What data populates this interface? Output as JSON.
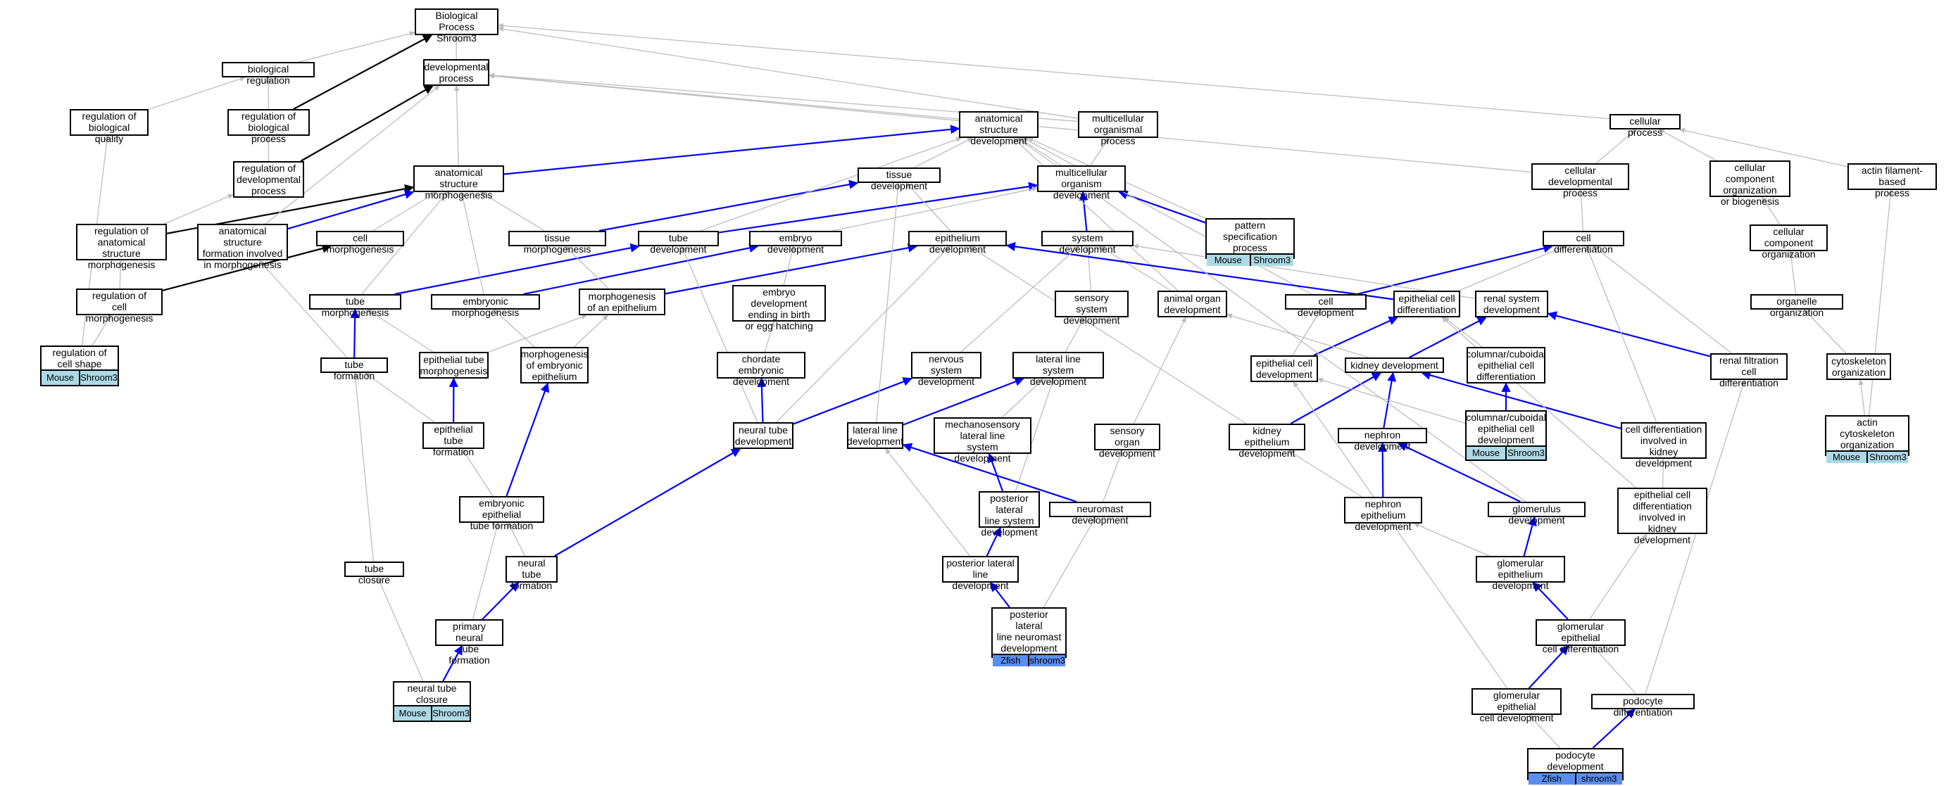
{
  "graph": {
    "colors": {
      "grey": "#bdbdbd",
      "blue": "#0000ff",
      "black": "#000000",
      "mouse": "#add8e6",
      "zfish": "#5b8def"
    },
    "nodes": {
      "bp": {
        "label": "Biological Process\nShroom3"
      },
      "dev": {
        "label": "developmental\nprocess"
      },
      "breg": {
        "label": "biological regulation"
      },
      "regbq": {
        "label": "regulation of\nbiological quality"
      },
      "regbp": {
        "label": "regulation of\nbiological process"
      },
      "regdev": {
        "label": "regulation of\ndevelopmental\nprocess"
      },
      "asd": {
        "label": "anatomical structure\ndevelopment"
      },
      "mop": {
        "label": "multicellular\norganismal process"
      },
      "cp": {
        "label": "cellular process"
      },
      "asm": {
        "label": "anatomical structure\nmorphogenesis"
      },
      "td": {
        "label": "tissue development"
      },
      "mod": {
        "label": "multicellular\norganism development"
      },
      "cdp": {
        "label": "cellular developmental\nprocess"
      },
      "ccob": {
        "label": "cellular component\norganization\nor biogenesis"
      },
      "afbp": {
        "label": "actin filament-based\nprocess"
      },
      "regasm": {
        "label": "regulation of\nanatomical structure\nmorphogenesis"
      },
      "asfim": {
        "label": "anatomical structure\nformation involved\nin morphogenesis"
      },
      "cm": {
        "label": "cell morphogenesis"
      },
      "tm": {
        "label": "tissue morphogenesis"
      },
      "tubed": {
        "label": "tube development"
      },
      "embd": {
        "label": "embryo development"
      },
      "epid": {
        "label": "epithelium development"
      },
      "sysd": {
        "label": "system development"
      },
      "psp": {
        "label": "pattern specification\nprocess",
        "annot": [
          "Mouse",
          "Shroom3"
        ]
      },
      "celld": {
        "label": "cell differentiation"
      },
      "cco": {
        "label": "cellular component\norganization"
      },
      "regcm": {
        "label": "regulation of\ncell morphogenesis"
      },
      "tubem": {
        "label": "tube morphogenesis"
      },
      "embm": {
        "label": "embryonic morphogenesis"
      },
      "moe": {
        "label": "morphogenesis\nof an epithelium"
      },
      "edbirth": {
        "label": "embryo development\nending in birth\nor egg hatching"
      },
      "ssd": {
        "label": "sensory system\ndevelopment"
      },
      "aod": {
        "label": "animal organ\ndevelopment"
      },
      "celldev": {
        "label": "cell development"
      },
      "ecd": {
        "label": "epithelial cell\ndifferentiation"
      },
      "rsd": {
        "label": "renal system\ndevelopment"
      },
      "oo": {
        "label": "organelle organization"
      },
      "regcs": {
        "label": "regulation of\ncell shape",
        "annot": [
          "Mouse",
          "Shroom3"
        ]
      },
      "tubef": {
        "label": "tube formation"
      },
      "etm": {
        "label": "epithelial tube\nmorphogenesis"
      },
      "moee": {
        "label": "morphogenesis\nof embryonic\nepithelium"
      },
      "ced": {
        "label": "chordate embryonic\ndevelopment"
      },
      "nsd": {
        "label": "nervous system\ndevelopment"
      },
      "llsd": {
        "label": "lateral line\nsystem development"
      },
      "ecdev": {
        "label": "epithelial cell\ndevelopment"
      },
      "kd": {
        "label": "kidney development"
      },
      "ccecd": {
        "label": "columnar/cuboidal\nepithelial cell\ndifferentiation"
      },
      "rfcd": {
        "label": "renal filtration\ncell differentiation"
      },
      "cyto": {
        "label": "cytoskeleton\norganization"
      },
      "etf": {
        "label": "epithelial tube\nformation"
      },
      "ntd": {
        "label": "neural tube\ndevelopment"
      },
      "lld": {
        "label": "lateral line\ndevelopment"
      },
      "mllsd": {
        "label": "mechanosensory\nlateral line\nsystem development"
      },
      "sod": {
        "label": "sensory organ\ndevelopment"
      },
      "ked": {
        "label": "kidney epithelium\ndevelopment"
      },
      "nd": {
        "label": "nephron development"
      },
      "ccecdev": {
        "label": "columnar/cuboidal\nepithelial cell\ndevelopment",
        "annot": [
          "Mouse",
          "Shroom3"
        ]
      },
      "cdikd": {
        "label": "cell differentiation\ninvolved in\nkidney development"
      },
      "acto": {
        "label": "actin cytoskeleton\norganization",
        "annot": [
          "Mouse",
          "Shroom3"
        ]
      },
      "eetf": {
        "label": "embryonic epithelial\ntube formation"
      },
      "pllsd": {
        "label": "posterior lateral\nline system\ndevelopment"
      },
      "nmd": {
        "label": "neuromast development"
      },
      "ned": {
        "label": "nephron epithelium\ndevelopment"
      },
      "gd": {
        "label": "glomerulus development"
      },
      "ecdikd": {
        "label": "epithelial cell\ndifferentiation\ninvolved in\nkidney development"
      },
      "tc": {
        "label": "tube closure"
      },
      "ntf": {
        "label": "neural tube\nformation"
      },
      "plld": {
        "label": "posterior lateral\nline development"
      },
      "ged": {
        "label": "glomerular epithelium\ndevelopment"
      },
      "pntf": {
        "label": "primary neural\ntube formation"
      },
      "pllnd": {
        "label": "posterior lateral\nline neuromast\ndevelopment",
        "annot": [
          "Zfish",
          "shroom3"
        ]
      },
      "gecd": {
        "label": "glomerular epithelial\ncell differentiation"
      },
      "ntc": {
        "label": "neural tube\nclosure",
        "annot": [
          "Mouse",
          "Shroom3"
        ]
      },
      "gecdev": {
        "label": "glomerular epithelial\ncell development"
      },
      "pdiff": {
        "label": "podocyte differentiation"
      },
      "pdev": {
        "label": "podocyte development",
        "annot": [
          "Zfish",
          "shroom3"
        ]
      }
    },
    "edges": [
      [
        "dev",
        "bp",
        "grey"
      ],
      [
        "breg",
        "bp",
        "grey"
      ],
      [
        "mop",
        "bp",
        "grey"
      ],
      [
        "cp",
        "bp",
        "grey"
      ],
      [
        "regbq",
        "breg",
        "grey"
      ],
      [
        "regbp",
        "breg",
        "grey"
      ],
      [
        "regbp",
        "bp",
        "black"
      ],
      [
        "regdev",
        "regbp",
        "grey"
      ],
      [
        "regdev",
        "dev",
        "black"
      ],
      [
        "asd",
        "dev",
        "grey"
      ],
      [
        "mop",
        "dev",
        "grey"
      ],
      [
        "cdp",
        "dev",
        "grey"
      ],
      [
        "asm",
        "dev",
        "grey"
      ],
      [
        "asm",
        "asd",
        "blue"
      ],
      [
        "regasm",
        "regdev",
        "grey"
      ],
      [
        "regasm",
        "asm",
        "black"
      ],
      [
        "asfim",
        "asm",
        "blue"
      ],
      [
        "asfim",
        "dev",
        "grey"
      ],
      [
        "cm",
        "asm",
        "grey"
      ],
      [
        "tm",
        "asm",
        "grey"
      ],
      [
        "tm",
        "td",
        "blue"
      ],
      [
        "td",
        "asd",
        "grey"
      ],
      [
        "mod",
        "asd",
        "grey"
      ],
      [
        "mod",
        "mop",
        "grey"
      ],
      [
        "cdp",
        "cp",
        "grey"
      ],
      [
        "ccob",
        "cp",
        "grey"
      ],
      [
        "afbp",
        "cp",
        "grey"
      ],
      [
        "tubed",
        "mod",
        "blue"
      ],
      [
        "tubed",
        "asd",
        "grey"
      ],
      [
        "embd",
        "mod",
        "grey"
      ],
      [
        "epid",
        "td",
        "grey"
      ],
      [
        "sysd",
        "mod",
        "blue"
      ],
      [
        "psp",
        "mod",
        "blue"
      ],
      [
        "psp",
        "asd",
        "grey"
      ],
      [
        "celld",
        "cdp",
        "grey"
      ],
      [
        "cco",
        "ccob",
        "grey"
      ],
      [
        "regcm",
        "regasm",
        "grey"
      ],
      [
        "regcm",
        "cm",
        "black"
      ],
      [
        "tubem",
        "asm",
        "grey"
      ],
      [
        "tubem",
        "tubed",
        "blue"
      ],
      [
        "embm",
        "asm",
        "grey"
      ],
      [
        "embm",
        "embd",
        "blue"
      ],
      [
        "moe",
        "tm",
        "grey"
      ],
      [
        "moe",
        "epid",
        "blue"
      ],
      [
        "edbirth",
        "embd",
        "grey"
      ],
      [
        "ssd",
        "sysd",
        "grey"
      ],
      [
        "aod",
        "sysd",
        "grey"
      ],
      [
        "aod",
        "asd",
        "grey"
      ],
      [
        "celldev",
        "celld",
        "blue"
      ],
      [
        "celldev",
        "asd",
        "grey"
      ],
      [
        "ecd",
        "epid",
        "blue"
      ],
      [
        "ecd",
        "celld",
        "grey"
      ],
      [
        "rsd",
        "sysd",
        "grey"
      ],
      [
        "oo",
        "cco",
        "grey"
      ],
      [
        "regcs",
        "regcm",
        "grey"
      ],
      [
        "regcs",
        "regbq",
        "grey"
      ],
      [
        "tubef",
        "tubem",
        "blue"
      ],
      [
        "tubef",
        "asfim",
        "grey"
      ],
      [
        "etm",
        "tubem",
        "grey"
      ],
      [
        "etm",
        "moe",
        "grey"
      ],
      [
        "moee",
        "embm",
        "grey"
      ],
      [
        "moee",
        "moe",
        "grey"
      ],
      [
        "ced",
        "edbirth",
        "grey"
      ],
      [
        "nsd",
        "sysd",
        "grey"
      ],
      [
        "llsd",
        "ssd",
        "grey"
      ],
      [
        "ecdev",
        "celldev",
        "grey"
      ],
      [
        "ecdev",
        "ecd",
        "blue"
      ],
      [
        "kd",
        "rsd",
        "blue"
      ],
      [
        "kd",
        "aod",
        "grey"
      ],
      [
        "ccecd",
        "ecd",
        "grey"
      ],
      [
        "rfcd",
        "rsd",
        "blue"
      ],
      [
        "rfcd",
        "celld",
        "grey"
      ],
      [
        "cyto",
        "oo",
        "grey"
      ],
      [
        "etf",
        "etm",
        "blue"
      ],
      [
        "etf",
        "tubef",
        "grey"
      ],
      [
        "ntd",
        "nsd",
        "blue"
      ],
      [
        "ntd",
        "ced",
        "blue"
      ],
      [
        "ntd",
        "tubed",
        "grey"
      ],
      [
        "ntd",
        "epid",
        "grey"
      ],
      [
        "lld",
        "llsd",
        "blue"
      ],
      [
        "lld",
        "td",
        "grey"
      ],
      [
        "mllsd",
        "llsd",
        "grey"
      ],
      [
        "sod",
        "aod",
        "grey"
      ],
      [
        "ked",
        "kd",
        "blue"
      ],
      [
        "ked",
        "epid",
        "grey"
      ],
      [
        "nd",
        "kd",
        "blue"
      ],
      [
        "ccecdev",
        "ccecd",
        "blue"
      ],
      [
        "ccecdev",
        "ecdev",
        "grey"
      ],
      [
        "cdikd",
        "kd",
        "blue"
      ],
      [
        "cdikd",
        "celld",
        "grey"
      ],
      [
        "acto",
        "cyto",
        "grey"
      ],
      [
        "acto",
        "afbp",
        "grey"
      ],
      [
        "eetf",
        "etf",
        "grey"
      ],
      [
        "eetf",
        "moee",
        "blue"
      ],
      [
        "pllsd",
        "mllsd",
        "blue"
      ],
      [
        "pllsd",
        "llsd",
        "grey"
      ],
      [
        "nmd",
        "lld",
        "blue"
      ],
      [
        "nmd",
        "sod",
        "grey"
      ],
      [
        "ned",
        "nd",
        "blue"
      ],
      [
        "ned",
        "ked",
        "grey"
      ],
      [
        "gd",
        "nd",
        "blue"
      ],
      [
        "gd",
        "asd",
        "grey"
      ],
      [
        "ecdikd",
        "cdikd",
        "grey"
      ],
      [
        "ecdikd",
        "ecd",
        "grey"
      ],
      [
        "tc",
        "tubef",
        "grey"
      ],
      [
        "ntf",
        "ntd",
        "blue"
      ],
      [
        "ntf",
        "eetf",
        "grey"
      ],
      [
        "plld",
        "pllsd",
        "blue"
      ],
      [
        "plld",
        "lld",
        "grey"
      ],
      [
        "ged",
        "gd",
        "blue"
      ],
      [
        "ged",
        "ned",
        "grey"
      ],
      [
        "pntf",
        "ntf",
        "blue"
      ],
      [
        "pntf",
        "eetf",
        "grey"
      ],
      [
        "pllnd",
        "plld",
        "blue"
      ],
      [
        "pllnd",
        "nmd",
        "grey"
      ],
      [
        "gecd",
        "ged",
        "blue"
      ],
      [
        "gecd",
        "ecdikd",
        "grey"
      ],
      [
        "ntc",
        "pntf",
        "blue"
      ],
      [
        "ntc",
        "tc",
        "grey"
      ],
      [
        "gecdev",
        "gecd",
        "blue"
      ],
      [
        "gecdev",
        "ecdev",
        "grey"
      ],
      [
        "pdiff",
        "gecd",
        "grey"
      ],
      [
        "pdiff",
        "rfcd",
        "grey"
      ],
      [
        "pdev",
        "pdiff",
        "blue"
      ],
      [
        "pdev",
        "gecdev",
        "grey"
      ]
    ]
  }
}
